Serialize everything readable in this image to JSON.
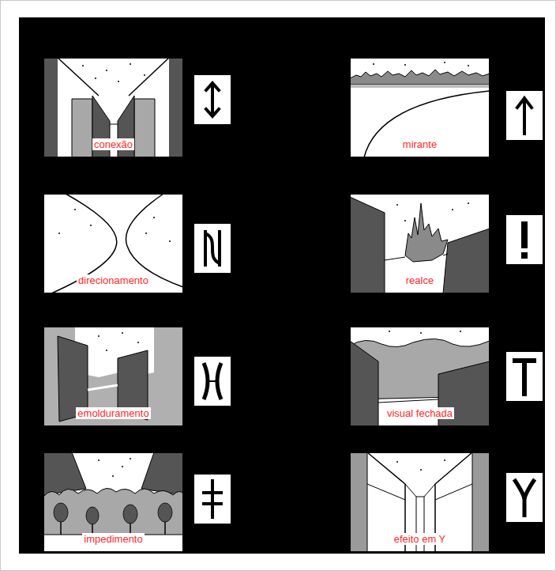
{
  "diagram": {
    "nodes": [
      {
        "text": [
          "conexão"
        ]
      },
      {
        "text": [
          "mirante"
        ]
      },
      {
        "text": [
          "direcionamento"
        ]
      },
      {
        "text": [
          "realce"
        ]
      },
      {
        "text": [
          "emolduramento"
        ]
      },
      {
        "text": [
          "visual fechada"
        ]
      },
      {
        "text": [
          "impedimento"
        ]
      },
      {
        "text": [
          "efeito em Y"
        ]
      }
    ]
  }
}
